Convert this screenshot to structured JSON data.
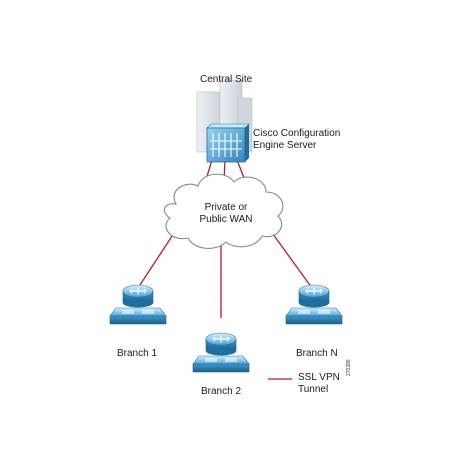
{
  "colors": {
    "link": "#b21f2d",
    "device_light": "#b9e2f5",
    "device_mid": "#5fb5e0",
    "device_dark": "#1f6f9e",
    "building": "#dbe1e6",
    "cloud_stroke": "#7c8a96"
  },
  "diagram": {
    "central_site_label": "Central Site",
    "server_label": "Cisco Configuration\nEngine Server",
    "wan_label": "Private or\nPublic WAN",
    "branches": [
      {
        "label": "Branch 1",
        "icon": "router-over-switch-icon"
      },
      {
        "label": "Branch 2",
        "icon": "router-over-switch-icon"
      },
      {
        "label": "Branch N",
        "icon": "router-over-switch-icon"
      }
    ],
    "legend": {
      "label": "SSL VPN\nTunnel",
      "icon": "red-line-icon"
    },
    "figure_id": "270286"
  }
}
